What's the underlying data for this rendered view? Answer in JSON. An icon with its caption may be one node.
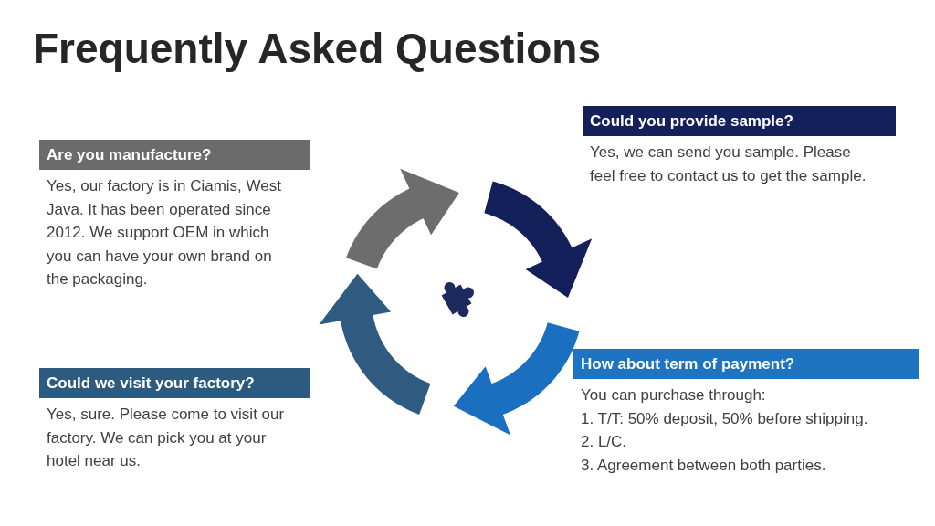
{
  "diagram": {
    "title": "Frequently Asked Questions",
    "nodes": [
      {
        "text": [
          "Could you provide sample?",
          "Yes, we can send you sample. Please feel free to contact us to get the sample."
        ]
      },
      {
        "text": [
          "Are you manufacture?",
          "Yes, our factory is in Ciamis, West Java. It has been operated since 2012. We support OEM in which you can have your own brand on the packaging."
        ]
      },
      {
        "text": [
          "How about term of payment?",
          "You can purchase through:",
          "1. T/T: 50% deposit, 50% before shipping.",
          "2. L/C.",
          "3. Agreement between both parties."
        ]
      },
      {
        "text": [
          "Could we visit your factory?",
          "Yes, sure. Please come to visit our factory. We can pick you at your hotel near us."
        ]
      }
    ]
  }
}
